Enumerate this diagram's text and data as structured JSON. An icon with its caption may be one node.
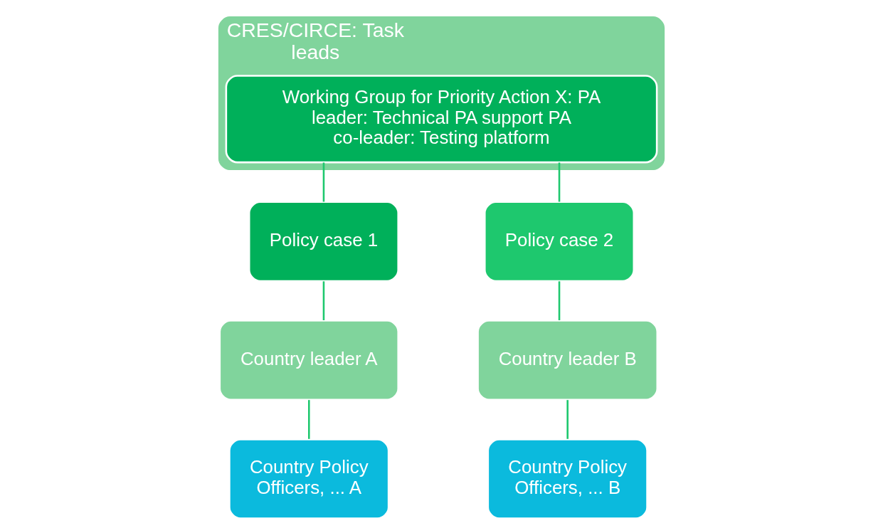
{
  "diagram": {
    "nodes": [
      {
        "text": [
          "CRES/CIRCE: Task leads"
        ]
      },
      {
        "text": [
          "Working Group for Priority Action X: PA leader: Technical PA support PA co-leader: Testing platform"
        ],
        "in": 0
      },
      {
        "text": [
          "Policy case 1"
        ]
      },
      {
        "text": [
          "Policy case 2"
        ]
      },
      {
        "text": [
          "Country leader A"
        ]
      },
      {
        "text": [
          "Country leader B"
        ]
      },
      {
        "text": [
          "Country Policy Officers, ... A"
        ]
      },
      {
        "text": [
          "Country Policy Officers, ... B"
        ]
      }
    ],
    "edges": [
      {
        "from": 1,
        "to": 2,
        "arrow": "none"
      },
      {
        "from": 1,
        "to": 3,
        "arrow": "none"
      },
      {
        "from": 2,
        "to": 4,
        "arrow": "none"
      },
      {
        "from": 3,
        "to": 5,
        "arrow": "none"
      },
      {
        "from": 4,
        "to": 6,
        "arrow": "none"
      },
      {
        "from": 5,
        "to": 7,
        "arrow": "none"
      }
    ]
  }
}
